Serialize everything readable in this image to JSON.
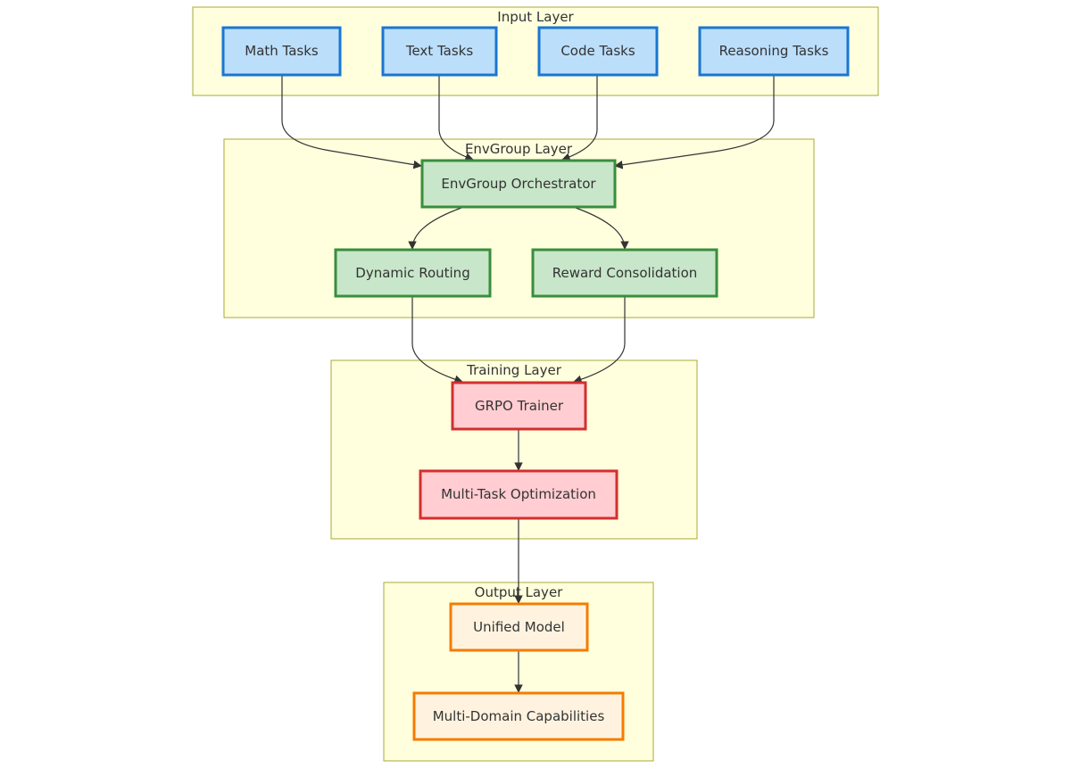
{
  "colors": {
    "layer_fill": "#ffffde",
    "layer_stroke": "#aaaa33",
    "input_fill": "#bbdefb",
    "input_stroke": "#1976d2",
    "envgroup_fill": "#c8e6c9",
    "envgroup_stroke": "#388e3c",
    "training_fill": "#ffcdd2",
    "training_stroke": "#d32f2f",
    "output_fill": "#fff3e0",
    "output_stroke": "#f57c00",
    "edge": "#333333"
  },
  "layers": {
    "input": {
      "title": "Input Layer"
    },
    "envgroup": {
      "title": "EnvGroup Layer"
    },
    "training": {
      "title": "Training Layer"
    },
    "output": {
      "title": "Output Layer"
    }
  },
  "nodes": {
    "math_tasks": {
      "label": "Math Tasks"
    },
    "text_tasks": {
      "label": "Text Tasks"
    },
    "code_tasks": {
      "label": "Code Tasks"
    },
    "reasoning_tasks": {
      "label": "Reasoning Tasks"
    },
    "envgroup_orchestrator": {
      "label": "EnvGroup Orchestrator"
    },
    "dynamic_routing": {
      "label": "Dynamic Routing"
    },
    "reward_consolidation": {
      "label": "Reward Consolidation"
    },
    "grpo_trainer": {
      "label": "GRPO Trainer"
    },
    "multi_task_optimization": {
      "label": "Multi-Task Optimization"
    },
    "unified_model": {
      "label": "Unified Model"
    },
    "multi_domain_capabilities": {
      "label": "Multi-Domain Capabilities"
    }
  }
}
